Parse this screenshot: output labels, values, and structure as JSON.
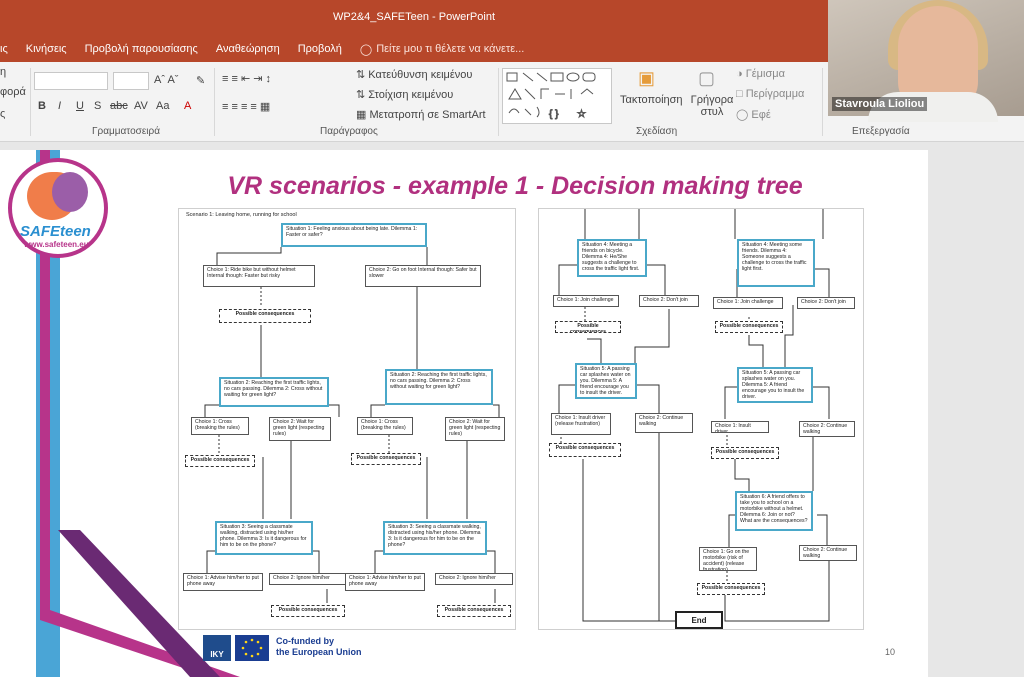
{
  "window": {
    "title": "WP2&4_SAFETeen - PowerPoint"
  },
  "tabs": [
    "ις",
    "Κινήσεις",
    "Προβολή παρουσίασης",
    "Αναθεώρηση",
    "Προβολή"
  ],
  "tell_me": "Πείτε μου τι θέλετε να κάνετε...",
  "ribbon": {
    "left_partial": [
      "η",
      "φορά",
      "ς"
    ],
    "font_group": "Γραμματοσειρά",
    "paragraph_group": "Παράγραφος",
    "paragraph_items": [
      "Κατεύθυνση κειμένου",
      "Στοίχιση κειμένου",
      "Μετατροπή σε SmartArt"
    ],
    "drawing_group": "Σχεδίαση",
    "arrange": "Τακτοποίηση",
    "quick_styles": "Γρήγορα στυλ",
    "fill": "Γέμισμα",
    "outline": "Περίγραμμα",
    "effects": "Εφέ",
    "editing_group": "Επεξεργασία"
  },
  "webcam": {
    "name": "Stavroula Lioliou"
  },
  "slide": {
    "title": "VR scenarios - example 1 - Decision making tree",
    "logo_text": "SAFEteen",
    "logo_url": "www.safeteen.eu",
    "page_number": "10",
    "footer_co_funded": "Co-funded by",
    "footer_eu": "the European Union",
    "footer_iky": "IKY"
  },
  "tree_left": {
    "scenario": "Scenario 1: Leaving home, running for school",
    "situation1": "Situation 1: Feeling anxious about being late. Dilemma 1: Faster or safer?",
    "choice1_left": "Choice 1: Ride bike but without helmet Internal though: Faster but risky",
    "choice1_right": "Choice 2: Go on foot Internal though: Safer but slower",
    "possible_consequences": "Possible consequences",
    "situation2": "Situation 2: Reaching the first traffic lights, no cars passing. Dilemma 2: Cross without waiting for green light?",
    "choice_cross": "Choice 1: Cross (breaking the rules)",
    "choice_wait": "Choice 2: Wait for green light (respecting rules)",
    "situation3": "Situation 3: Seeing a classmate walking, distracted using his/her phone. Dilemma 3: Is it dangerous for him to be on the phone?",
    "choice_advise": "Choice 1: Advise him/her to put phone away",
    "choice_ignore": "Choice 2: Ignore him/her"
  },
  "tree_right": {
    "situation4": "Situation 4: Meeting a friends on bicycle. Dilemma 4: He/She suggests a challenge to cross the traffic light first.",
    "situation4b": "Situation 4: Meeting some friends. Dilemma 4: Someone suggests a challenge to cross the traffic light first.",
    "choice_join": "Choice 1: Join challenge",
    "choice_dont": "Choice 2: Don't join",
    "possible_consequences": "Possible consequences",
    "situation5": "Situation 5: A passing car splashes water on you. Dilemma 5: A friend encourage you to insult the driver.",
    "choice_insult": "Choice 1: Insult driver (release frustration)",
    "choice_insult_b": "Choice 1: Insult driver",
    "choice_continue": "Choice 2: Continue walking",
    "situation6": "Situation 6: A friend offers to take you to school on a motorbike without a helmet. Dilemma 6: Join or not? What are the consequences?",
    "choice_motorbike": "Choice 1: Go on the motorbike (risk of accident) (release frustration)",
    "end": "End"
  },
  "colors": {
    "accent": "#b7472a",
    "title": "#b1307f",
    "node_border": "#4aa8c9"
  }
}
